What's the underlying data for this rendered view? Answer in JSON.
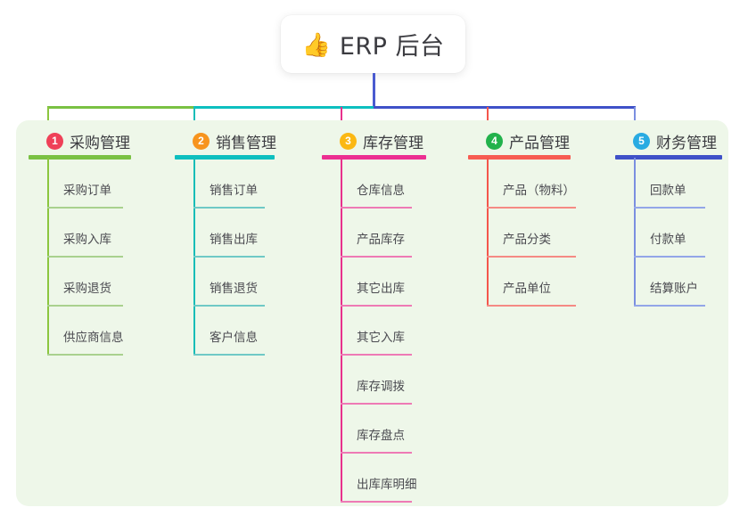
{
  "root": {
    "icon": "thumbs-up-icon",
    "emoji": "👍",
    "title": "ERP 后台"
  },
  "colors": {
    "canvas_bg": "#eef7e9",
    "root_connector": "#4a5bd0",
    "text": "#3b3b40"
  },
  "columns": [
    {
      "number": "1",
      "title": "采购管理",
      "badge_color": "#ef4158",
      "line_color": "#7ac143",
      "spine_color": "#8cc63f",
      "leaf_color": "#a9d18e",
      "items": [
        {
          "label": "采购订单"
        },
        {
          "label": "采购入库"
        },
        {
          "label": "采购退货"
        },
        {
          "label": "供应商信息"
        }
      ]
    },
    {
      "number": "2",
      "title": "销售管理",
      "badge_color": "#f7941e",
      "line_color": "#0dbfbf",
      "spine_color": "#18bdb8",
      "leaf_color": "#6fc9c6",
      "items": [
        {
          "label": "销售订单"
        },
        {
          "label": "销售出库"
        },
        {
          "label": "销售退货"
        },
        {
          "label": "客户信息"
        }
      ]
    },
    {
      "number": "3",
      "title": "库存管理",
      "badge_color": "#fbb813",
      "line_color": "#ec2f91",
      "spine_color": "#e8318c",
      "leaf_color": "#ee7ab5",
      "items": [
        {
          "label": "仓库信息"
        },
        {
          "label": "产品库存"
        },
        {
          "label": "其它出库"
        },
        {
          "label": "其它入库"
        },
        {
          "label": "库存调拨"
        },
        {
          "label": "库存盘点"
        },
        {
          "label": "出库库明细"
        }
      ]
    },
    {
      "number": "4",
      "title": "产品管理",
      "badge_color": "#22b24c",
      "line_color": "#f75c52",
      "spine_color": "#f4564c",
      "leaf_color": "#f58a84",
      "items": [
        {
          "label": "产品（物料）"
        },
        {
          "label": "产品分类"
        },
        {
          "label": "产品单位"
        }
      ]
    },
    {
      "number": "5",
      "title": "财务管理",
      "badge_color": "#29abe2",
      "line_color": "#3f51c8",
      "spine_color": "#7b8fe0",
      "leaf_color": "#93a6e8",
      "items": [
        {
          "label": "回款单"
        },
        {
          "label": "付款单"
        },
        {
          "label": "结算账户"
        }
      ]
    }
  ],
  "layout": {
    "column_x": [
      32,
      196,
      361,
      525,
      690
    ],
    "head_bar_widths": [
      115,
      112,
      117,
      115,
      120
    ],
    "leaf_bar_widths": [
      85,
      80,
      80,
      100,
      80
    ]
  }
}
